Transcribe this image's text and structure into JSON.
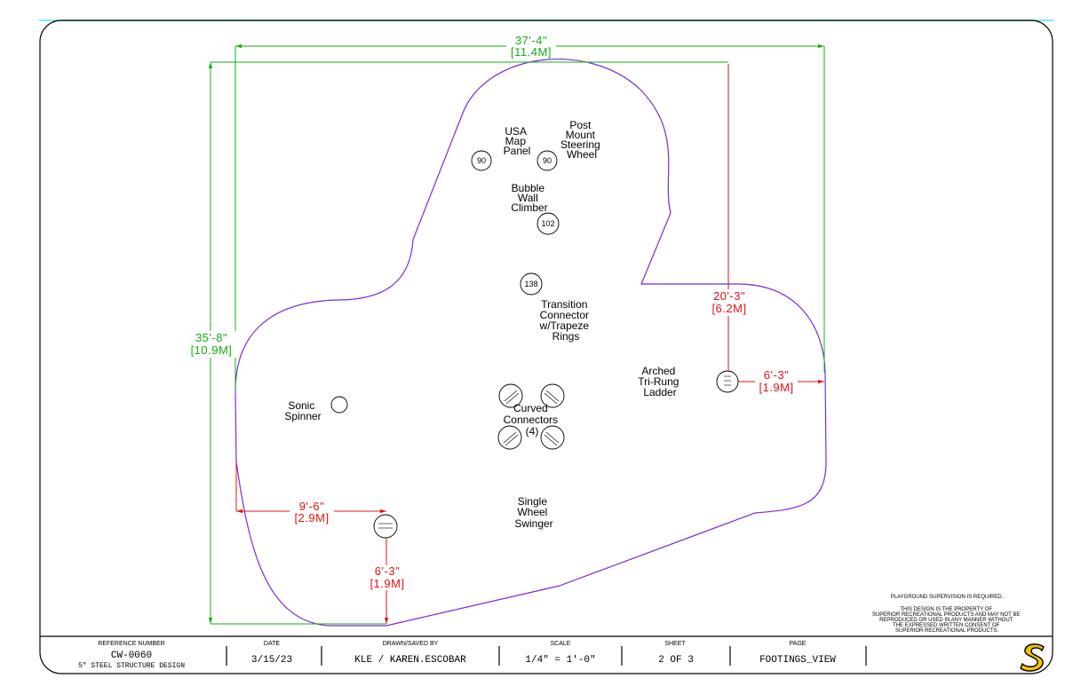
{
  "dimensions": {
    "overall_width": {
      "ft": "37'-4\"",
      "m": "[11.4M]"
    },
    "overall_depth": {
      "ft": "35'-8\"",
      "m": "[10.9M]"
    },
    "ladder_from_top": {
      "ft": "20'-3\"",
      "m": "[6.2M]"
    },
    "ladder_from_right": {
      "ft": "6'-3\"",
      "m": "[1.9M]"
    },
    "swinger_from_left": {
      "ft": "9'-6\"",
      "m": "[2.9M]"
    },
    "swinger_from_bottom": {
      "ft": "6'-3\"",
      "m": "[1.9M]"
    }
  },
  "components": [
    {
      "lines": [
        "USA",
        "Map",
        "Panel"
      ]
    },
    {
      "lines": [
        "Post",
        "Mount",
        "Steering",
        "Wheel"
      ]
    },
    {
      "lines": [
        "Bubble",
        "Wall",
        "Climber"
      ]
    },
    {
      "lines": [
        "Transition",
        "Connector",
        "w/Trapeze",
        "Rings"
      ]
    },
    {
      "lines": [
        "Arched",
        "Tri-Rung",
        "Ladder"
      ]
    },
    {
      "lines": [
        "Sonic",
        "Spinner"
      ]
    },
    {
      "lines": [
        "Curved",
        "Connectors",
        "(4)"
      ]
    },
    {
      "lines": [
        "Single",
        "Wheel",
        "Swinger"
      ]
    }
  ],
  "footings": [
    {
      "label": "90"
    },
    {
      "label": "90"
    },
    {
      "label": "102"
    },
    {
      "label": "138"
    }
  ],
  "notes": {
    "supervision": "PLAYGROUND SUPERVISION IS REQUIRED.",
    "property": [
      "THIS DESIGN IS THE PROPERTY OF",
      "SUPERIOR RECREATIONAL PRODUCTS AND MAY NOT BE",
      "REPRODUCED OR USED IN ANY MANNER WITHOUT",
      "THE EXPRESSED WRITTEN CONSENT OF",
      "SUPERIOR RECREATIONAL PRODUCTS."
    ]
  },
  "title_block": {
    "reference_header": "REFERENCE NUMBER",
    "reference_number": "CW-0060",
    "reference_desc": "5\" STEEL STRUCTURE DESIGN",
    "date_header": "DATE",
    "date": "3/15/23",
    "drawn_header": "DRAWN/SAVED BY",
    "drawn_by": "KLE / KAREN.ESCOBAR",
    "scale_header": "SCALE",
    "scale": "1/4\" = 1'-0\"",
    "sheet_header": "SHEET",
    "sheet": "2  OF  3",
    "page_header": "PAGE",
    "page": "FOOTINGS_VIEW"
  },
  "colors": {
    "boundary": "#7a2cd8",
    "overall_dim": "#12b012",
    "offset_dim": "#e81010",
    "logo_yellow": "#f2c400"
  }
}
